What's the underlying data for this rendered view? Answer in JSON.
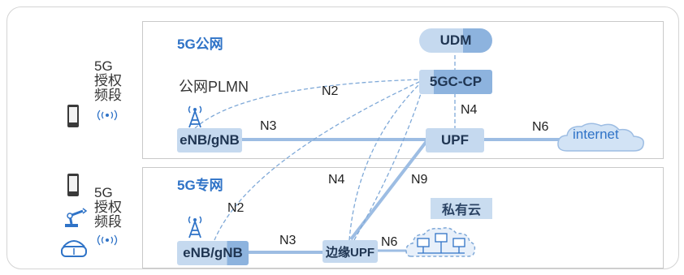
{
  "zones": {
    "public": {
      "title": "5G公网",
      "subtitle": "公网PLMN"
    },
    "private": {
      "title": "5G专网"
    }
  },
  "bands": {
    "top": {
      "line1": "5G",
      "line2": "授权",
      "line3": "频段"
    },
    "bottom": {
      "line1": "5G",
      "line2": "授权",
      "line3": "频段"
    }
  },
  "nodes": {
    "udm": "UDM",
    "cp": "5GC-CP",
    "upf": "UPF",
    "enb_public": "eNB/gNB",
    "enb_private": "eNB/gNB",
    "edge_upf": "边缘UPF",
    "private_cloud": "私有云"
  },
  "edges": {
    "n2_public": "N2",
    "n3_public": "N3",
    "n4_public": "N4",
    "n6_public": "N6",
    "n2_private": "N2",
    "n3_private": "N3",
    "n4_private": "N4",
    "n9": "N9",
    "n6_private": "N6"
  },
  "internet": "internet",
  "icons": [
    "phone-icon",
    "antenna-icon",
    "robot-arm-icon",
    "vr-headset-icon",
    "cloud-icon",
    "server-rack-icon",
    "wireless-signal-icon"
  ],
  "colors": {
    "accent": "#2f73c7",
    "line": "#9dbde3",
    "node_light": "#c5d9ef",
    "node_dark": "#8db3de"
  }
}
